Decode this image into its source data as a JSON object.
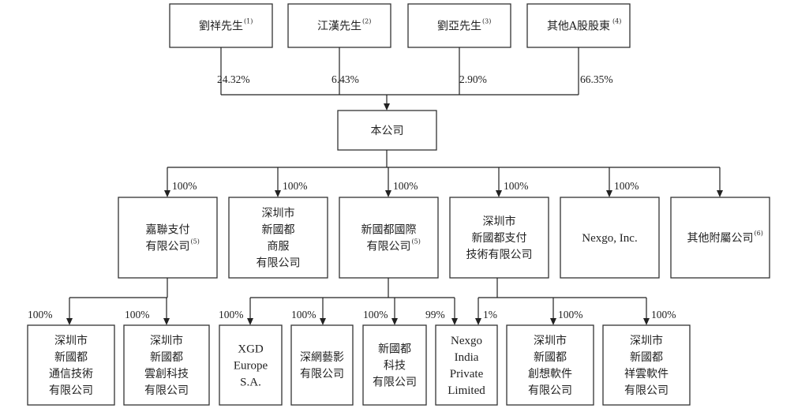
{
  "shareholders": [
    {
      "name": "劉祥先生",
      "note": "(1)",
      "pct": "24.32%"
    },
    {
      "name": "江漢先生",
      "note": "(2)",
      "pct": "6.43%"
    },
    {
      "name": "劉亞先生",
      "note": "(3)",
      "pct": "2.90%"
    },
    {
      "name": "其他A股股東",
      "note": "(4)",
      "pct": "66.35%"
    }
  ],
  "company": "本公司",
  "subsidiaries": [
    {
      "lines": [
        "嘉聯支付",
        "有限公司"
      ],
      "note": "(5)",
      "pct": "100%"
    },
    {
      "lines": [
        "深圳市",
        "新國都",
        "商服",
        "有限公司"
      ],
      "note": "",
      "pct": "100%"
    },
    {
      "lines": [
        "新國都國際",
        "有限公司"
      ],
      "note": "(5)",
      "pct": "100%"
    },
    {
      "lines": [
        "深圳市",
        "新國都支付",
        "技術有限公司"
      ],
      "note": "",
      "pct": "100%"
    },
    {
      "lines": [
        "Nexgo, Inc."
      ],
      "note": "",
      "pct": "100%"
    },
    {
      "lines": [
        "其他附屬公司"
      ],
      "note": "(6)",
      "pct": ""
    }
  ],
  "level3": [
    {
      "lines": [
        "深圳市",
        "新國都",
        "通信技術",
        "有限公司"
      ],
      "pct": "100%"
    },
    {
      "lines": [
        "深圳市",
        "新國都",
        "雲創科技",
        "有限公司"
      ],
      "pct": "100%"
    },
    {
      "lines": [
        "XGD",
        "Europe",
        "S.A."
      ],
      "pct": "100%"
    },
    {
      "lines": [
        "深網藝影",
        "有限公司"
      ],
      "pct": "100%"
    },
    {
      "lines": [
        "新國都",
        "科技",
        "有限公司"
      ],
      "pct": "100%"
    },
    {
      "lines": [
        "Nexgo",
        "India",
        "Private",
        "Limited"
      ],
      "pct": "99%",
      "pct2": "1%"
    },
    {
      "lines": [
        "深圳市",
        "新國都",
        "創想軟件",
        "有限公司"
      ],
      "pct": "100%"
    },
    {
      "lines": [
        "深圳市",
        "新國都",
        "祥雲軟件",
        "有限公司"
      ],
      "pct": "100%"
    }
  ]
}
